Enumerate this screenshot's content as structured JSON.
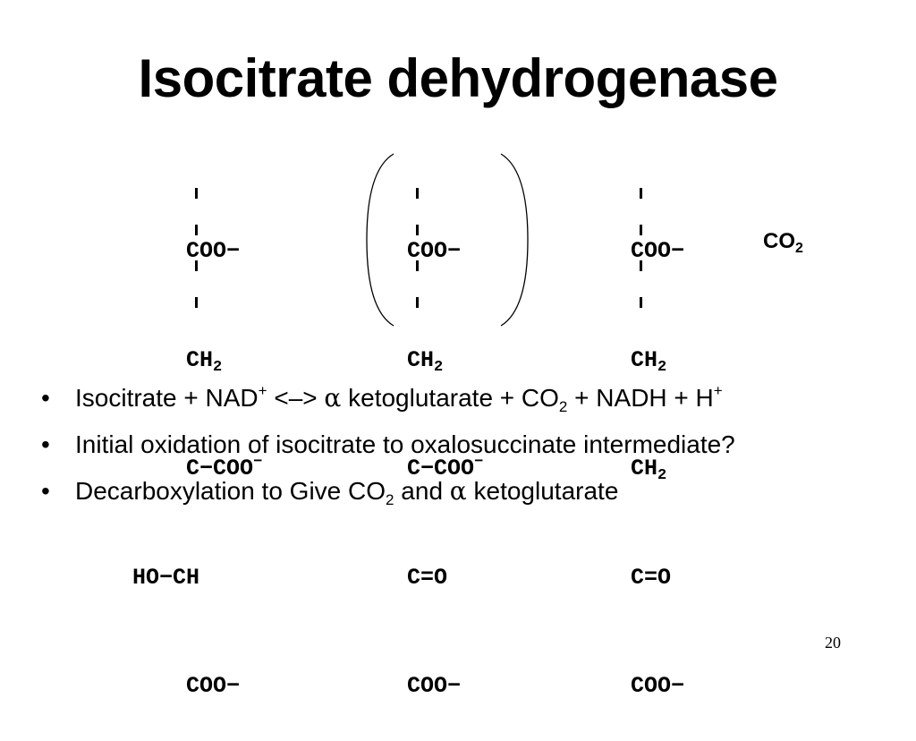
{
  "slide": {
    "title": "Isocitrate dehydrogenase",
    "page_number": "20"
  },
  "structures": {
    "isocitrate": {
      "r1": "COO−",
      "r2_main": "CH",
      "r2_sub": "2",
      "r3_main": "C−COO",
      "r3_sup": "−",
      "r4_prefix": "HO−",
      "r4_main": "CH",
      "r5": "COO−"
    },
    "oxalosuccinate": {
      "r1": "COO−",
      "r2_main": "CH",
      "r2_sub": "2",
      "r3_main": "C−COO",
      "r3_sup": "−",
      "r4": "C=O",
      "r5": "COO−"
    },
    "alpha_ketoglutarate": {
      "r1": "COO−",
      "r2_main": "CH",
      "r2_sub": "2",
      "r3_main": "CH",
      "r3_sub": "2",
      "r4": "C=O",
      "r5": "COO−"
    },
    "co2": {
      "main": "CO",
      "sub": "2"
    }
  },
  "bullets": [
    {
      "p1": "Isocitrate + NAD",
      "p1_sup": "+",
      "p2": " <–> ",
      "greek": "α",
      "p3": " ketoglutarate + CO",
      "p3_sub": "2",
      "p4": " + NADH + H",
      "p4_sup": "+"
    },
    {
      "text": "Initial oxidation of isocitrate to oxalosuccinate intermediate?"
    },
    {
      "p1": "Decarboxylation to Give CO",
      "p1_sub": "2",
      "p2": " and ",
      "greek": "α",
      "p3": " ketoglutarate"
    }
  ],
  "bullet_glyph": "•"
}
